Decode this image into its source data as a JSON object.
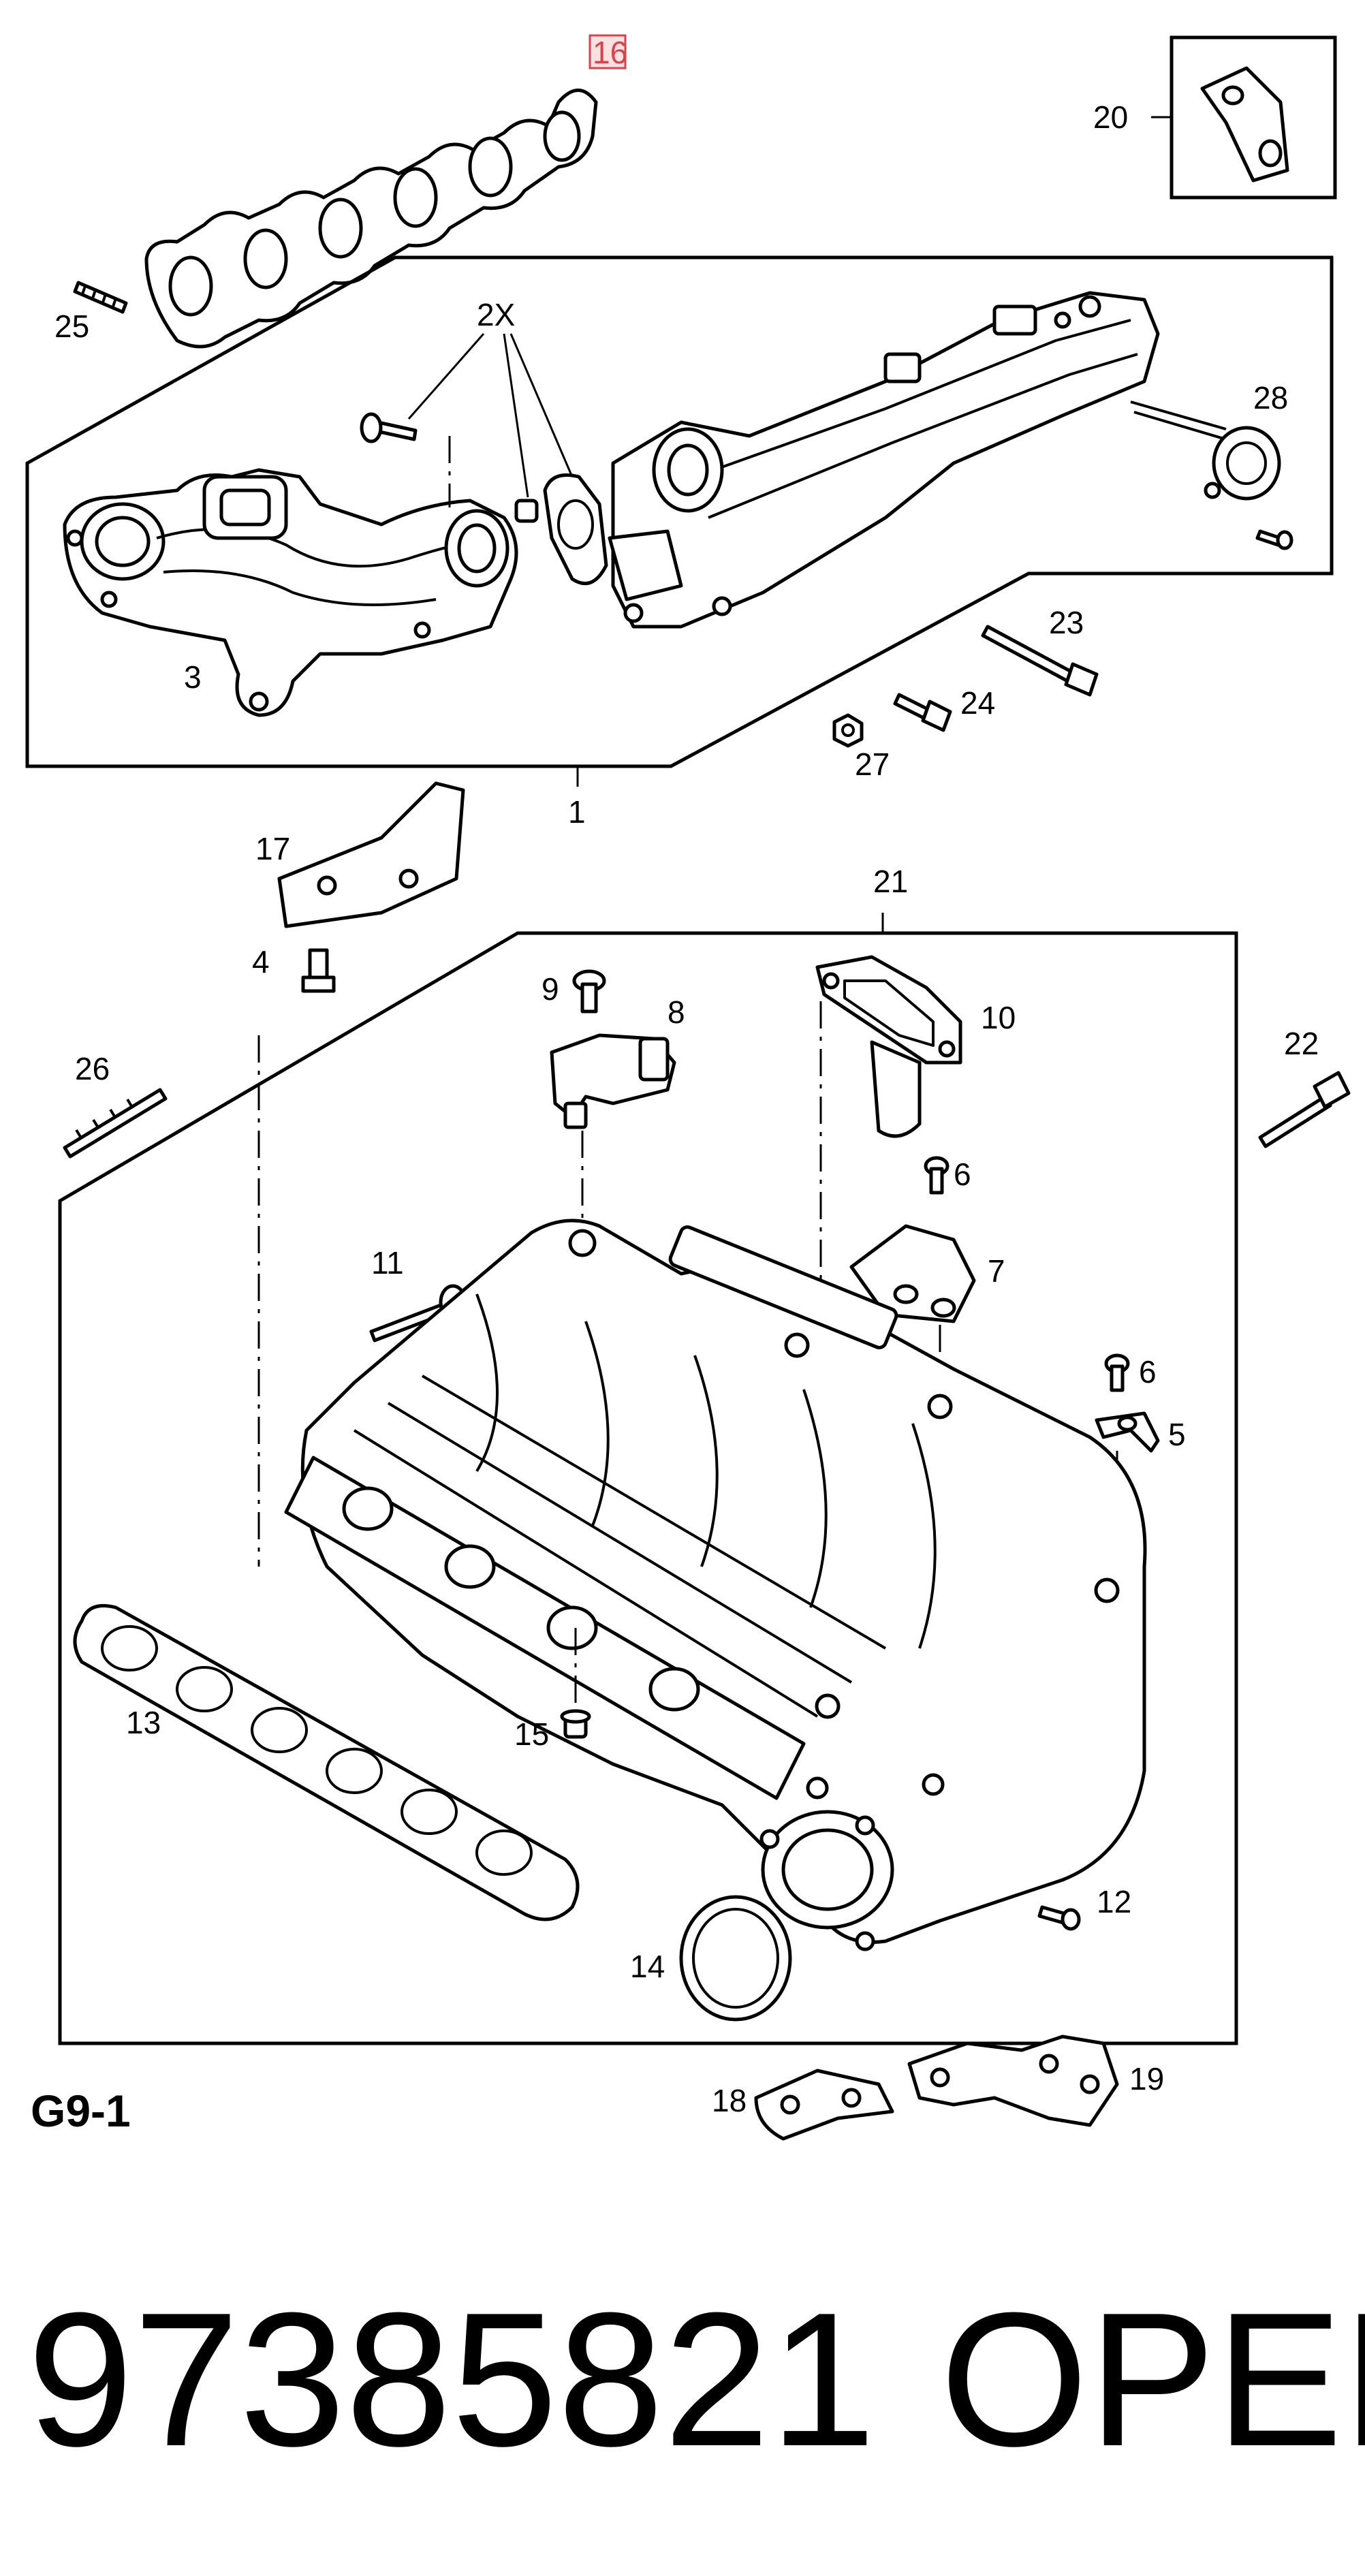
{
  "diagram": {
    "figure_code": "G9-1",
    "subassembly_note": "2X",
    "callouts": [
      {
        "id": "c16",
        "text": "16",
        "highlight": true
      },
      {
        "id": "c20",
        "text": "20"
      },
      {
        "id": "c25",
        "text": "25"
      },
      {
        "id": "c2x",
        "text": "2X"
      },
      {
        "id": "c28",
        "text": "28"
      },
      {
        "id": "c3",
        "text": "3"
      },
      {
        "id": "c23",
        "text": "23"
      },
      {
        "id": "c24",
        "text": "24"
      },
      {
        "id": "c27",
        "text": "27"
      },
      {
        "id": "c1",
        "text": "1"
      },
      {
        "id": "c17",
        "text": "17"
      },
      {
        "id": "c4",
        "text": "4"
      },
      {
        "id": "c21",
        "text": "21"
      },
      {
        "id": "c9",
        "text": "9"
      },
      {
        "id": "c8",
        "text": "8"
      },
      {
        "id": "c10",
        "text": "10"
      },
      {
        "id": "c22",
        "text": "22"
      },
      {
        "id": "c26",
        "text": "26"
      },
      {
        "id": "c6a",
        "text": "6"
      },
      {
        "id": "c11",
        "text": "11"
      },
      {
        "id": "c7",
        "text": "7"
      },
      {
        "id": "c6b",
        "text": "6"
      },
      {
        "id": "c5",
        "text": "5"
      },
      {
        "id": "c13",
        "text": "13"
      },
      {
        "id": "c15",
        "text": "15"
      },
      {
        "id": "c12",
        "text": "12"
      },
      {
        "id": "c14",
        "text": "14"
      },
      {
        "id": "c18",
        "text": "18"
      },
      {
        "id": "c19",
        "text": "19"
      }
    ]
  },
  "caption": {
    "part_number": "97385821",
    "brand": "OPEL"
  }
}
